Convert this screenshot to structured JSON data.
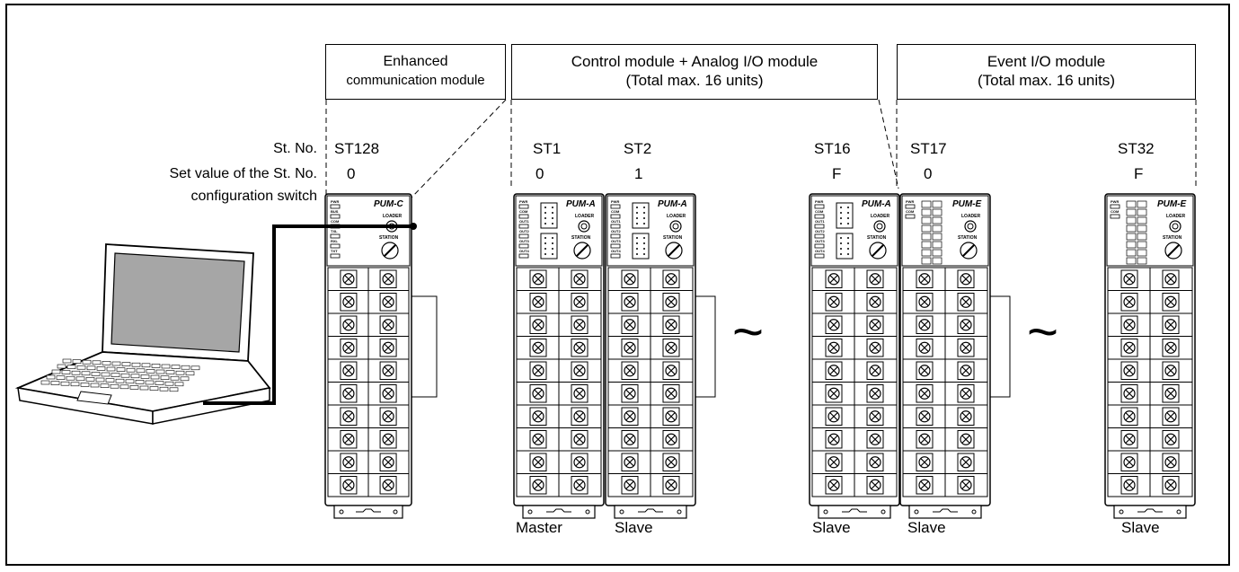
{
  "headers": {
    "enhanced_line1": "Enhanced",
    "enhanced_line2": "communication module",
    "control_line1": "Control module + Analog I/O module",
    "control_line2": "(Total max. 16 units)",
    "event_line1": "Event I/O module",
    "event_line2": "(Total max. 16 units)"
  },
  "row_labels": {
    "st_no": "St. No.",
    "set_value_line1": "Set value of the St. No.",
    "set_value_line2": "configuration switch"
  },
  "modules": [
    {
      "st": "ST128",
      "switch": "0",
      "model": "PUM-C",
      "role": ""
    },
    {
      "st": "ST1",
      "switch": "0",
      "model": "PUM-A",
      "role": "Master"
    },
    {
      "st": "ST2",
      "switch": "1",
      "model": "PUM-A",
      "role": "Slave"
    },
    {
      "st": "ST16",
      "switch": "F",
      "model": "PUM-A",
      "role": "Slave"
    },
    {
      "st": "ST17",
      "switch": "0",
      "model": "PUM-E",
      "role": "Slave"
    },
    {
      "st": "ST32",
      "switch": "F",
      "model": "PUM-E",
      "role": "Slave"
    }
  ],
  "panel_labels": {
    "loader": "LOADER",
    "station": "STATION",
    "pwr": "PWR",
    "bus": "BUS",
    "com": "COM",
    "txl": "TXL",
    "rxl": "RXL",
    "txt": "TXT",
    "out1": "OUT1",
    "out2": "OUT2",
    "out3": "OUT3",
    "out4": "OUT4"
  },
  "separator_symbol": "~",
  "icons": {
    "laptop": "laptop-icon",
    "cable": "cable-line"
  }
}
